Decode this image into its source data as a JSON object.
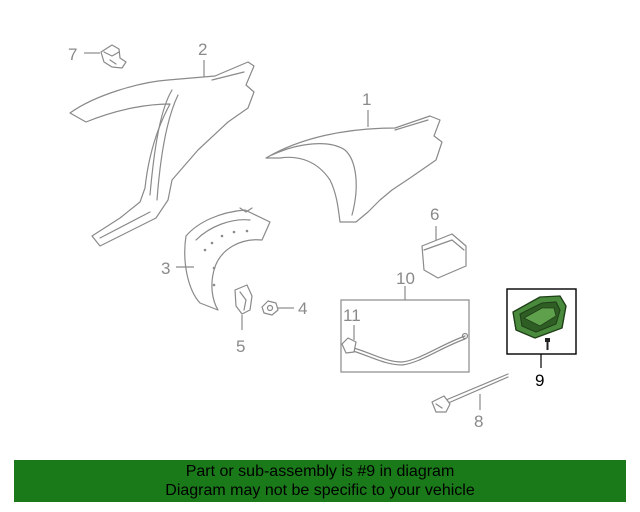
{
  "callouts": {
    "c1": "1",
    "c2": "2",
    "c3": "3",
    "c4": "4",
    "c5": "5",
    "c6": "6",
    "c7": "7",
    "c8": "8",
    "c9": "9",
    "c10": "10",
    "c11": "11"
  },
  "highlighted_part": "9",
  "colors": {
    "highlight": "#4a8a3c",
    "banner_bg": "#1a7a1a",
    "line_gray": "#8a8a8a"
  },
  "banner": {
    "line1": "Part or sub-assembly is #9 in diagram",
    "line2": "Diagram may not be specific to your vehicle"
  }
}
